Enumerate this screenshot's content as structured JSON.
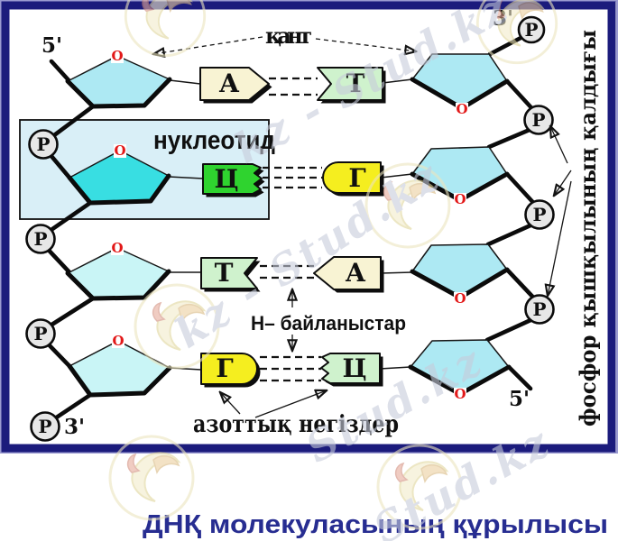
{
  "diagram": {
    "title": "ДНҚ молекуласының құрылысы",
    "labels": {
      "sugar": "қант",
      "nucleotide": "нуклеотид",
      "hydrogen_bonds": "Н– байланыстар",
      "nitrogenous_bases": "азоттық негіздер",
      "phosphoric_acid_residue": "фосфор қышқылының қалдығы",
      "five_prime": "5'",
      "three_prime": "3'",
      "phosphate_symbol": "P",
      "oxygen_symbol": "O"
    },
    "strand_ends": {
      "left_top": "5'",
      "left_bottom": "3'",
      "right_top": "3'",
      "right_bottom": "5'"
    },
    "base_pairs": [
      {
        "row": 1,
        "left_base": "А",
        "right_base": "Т",
        "hydrogen_bond_count": 2
      },
      {
        "row": 2,
        "left_base": "Ц",
        "right_base": "Г",
        "hydrogen_bond_count": 3
      },
      {
        "row": 3,
        "left_base": "Т",
        "right_base": "А",
        "hydrogen_bond_count": 2
      },
      {
        "row": 4,
        "left_base": "Г",
        "right_base": "Ц",
        "hydrogen_bond_count": 3
      }
    ],
    "colors": {
      "frame_navy": "#1b1b7c",
      "title_blue": "#272d91",
      "sugar_cyan": "#ade9f3",
      "sugar_turquoise": "#38dee2",
      "sugar_pale_cyan": "#c9f5f6",
      "adenine_cream": "#f8f3d3",
      "thymine_pale_green": "#cff2cd",
      "cytosine_bright_green": "#2fd32f",
      "guanine_yellow": "#f5ee1f",
      "oxygen_red": "#e21818",
      "phosphate_gray": "#e7e7e7",
      "nucleotide_box_blue": "#d9eff7"
    }
  },
  "watermark": {
    "brand": "Stud.kz",
    "texts": [
      "kz - Stud.kz",
      "kz - Stud.kz",
      "Stud.kz",
      "Stud.kz"
    ]
  }
}
